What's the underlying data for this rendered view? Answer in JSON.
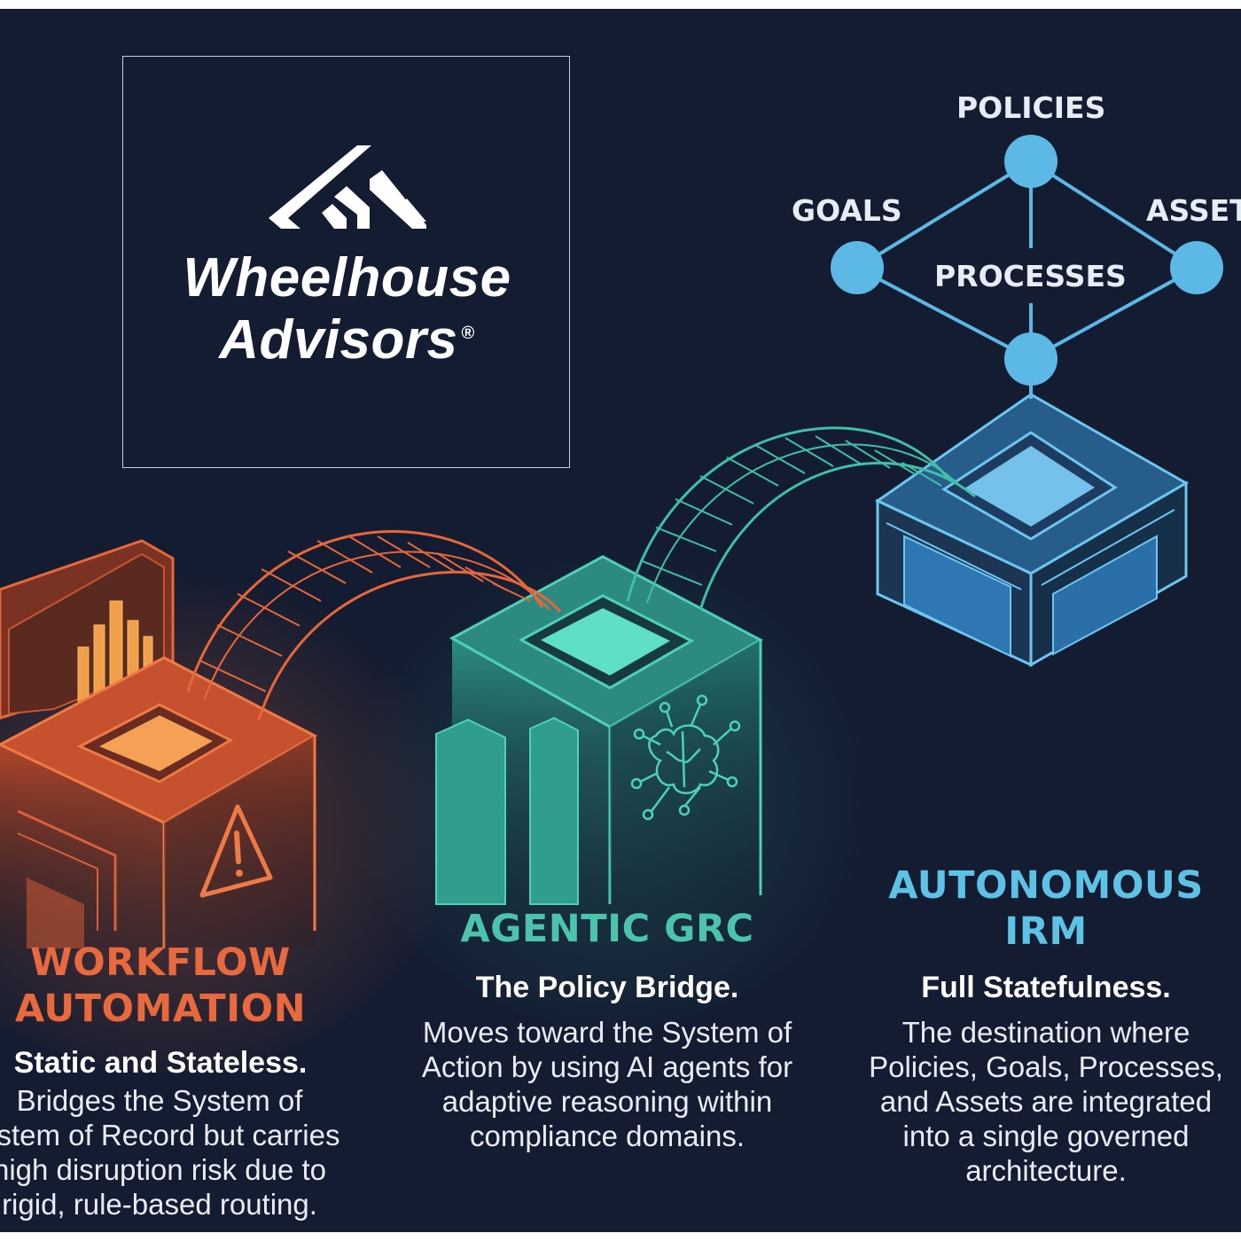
{
  "logo": {
    "line1": "Wheelhouse",
    "line2": "Advisors",
    "registered": "®"
  },
  "network": {
    "nodes": {
      "top": "POLICIES",
      "left": "GOALS",
      "right": "ASSET",
      "center": "PROCESSES"
    }
  },
  "stages": [
    {
      "title_line1": "WORKFLOW",
      "title_line2": "AUTOMATION",
      "subtitle": "Static and Stateless.",
      "desc_lines": [
        "Bridges the System of",
        "ystem of Record but carries",
        "high disruption risk due to",
        "rigid, rule-based routing."
      ]
    },
    {
      "title_line1": "AGENTIC GRC",
      "subtitle": "The Policy Bridge.",
      "desc_lines": [
        "Moves toward the System of",
        "Action by using AI agents for",
        "adaptive reasoning within",
        "compliance domains."
      ]
    },
    {
      "title_line1": "AUTONOMOUS",
      "title_line2": "IRM",
      "subtitle": "Full Statefulness.",
      "desc_lines": [
        "The destination where",
        "Policies, Goals, Processes,",
        "and Assets are integrated",
        "into a single governed",
        "architecture."
      ]
    }
  ],
  "colors": {
    "background": "#131c31",
    "orange": "#e8673a",
    "orange_title": "#e8693e",
    "teal": "#3fbfa7",
    "teal_title": "#4cc3ad",
    "blue": "#5cb8e4",
    "blue_title": "#5ec2e6"
  },
  "icons": [
    "wheelhouse-logo-mark",
    "warning-triangle-icon",
    "brain-network-icon",
    "bar-chart-icon"
  ]
}
